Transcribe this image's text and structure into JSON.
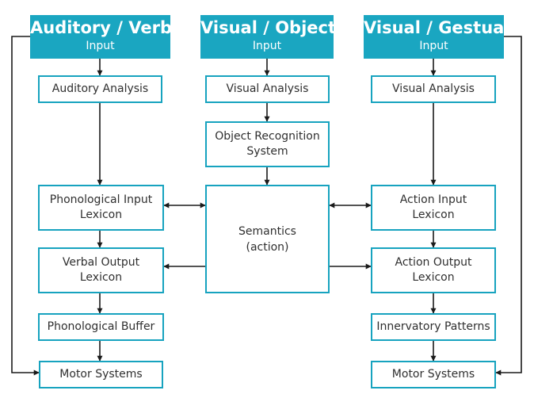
{
  "colors": {
    "accent": "#1aa6c1",
    "box_border": "#17a3bf",
    "arrow": "#1a1a1a"
  },
  "headers": {
    "auditory": {
      "title": "Auditory / Verbal",
      "subtitle": "Input"
    },
    "visual_object": {
      "title": "Visual / Object",
      "subtitle": "Input"
    },
    "visual_gestual": {
      "title": "Visual / Gestual",
      "subtitle": "Input"
    }
  },
  "left": {
    "analysis": "Auditory Analysis",
    "input_lexicon": "Phonological Input\nLexicon",
    "output_lexicon": "Verbal Output\nLexicon",
    "buffer": "Phonological Buffer",
    "motor": "Motor Systems"
  },
  "center": {
    "analysis": "Visual Analysis",
    "recognition": "Object Recognition\nSystem",
    "semantics": "Semantics\n(action)"
  },
  "right": {
    "analysis": "Visual Analysis",
    "input_lexicon": "Action Input\nLexicon",
    "output_lexicon": "Action Output\nLexicon",
    "patterns": "Innervatory Patterns",
    "motor": "Motor Systems"
  }
}
